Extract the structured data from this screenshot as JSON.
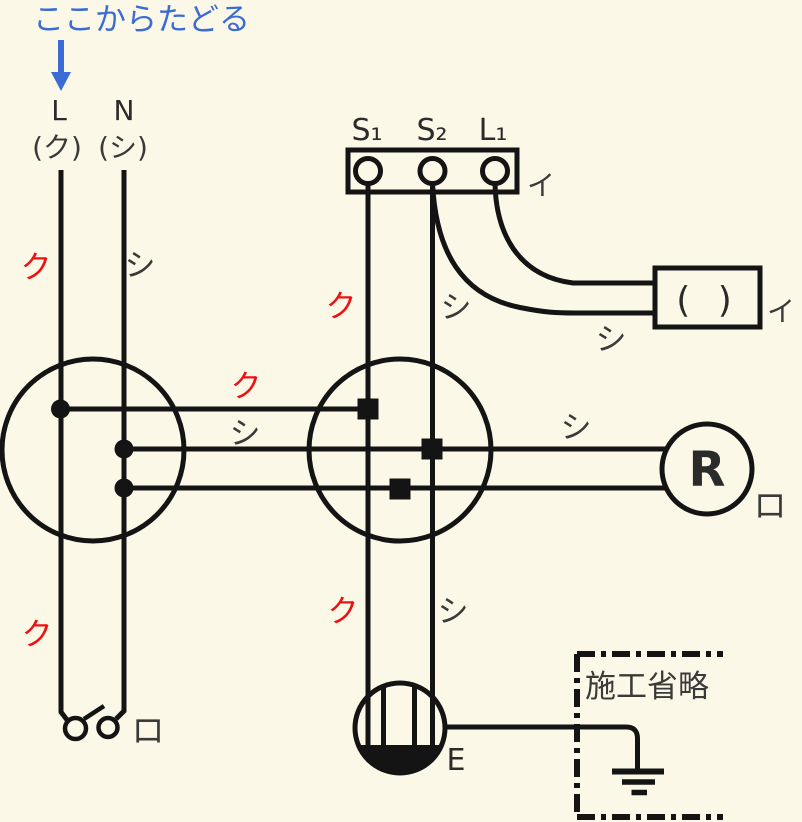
{
  "colors": {
    "background": "#FCF8E7",
    "ink": "#141414",
    "hot_label_red": "#EE1111",
    "hint_blue": "#3B6BD5",
    "gray_text": "#3a3a3a"
  },
  "hint": {
    "text": "ここからたどる"
  },
  "source": {
    "l": "L",
    "l_wire": "(ク)",
    "n": "N",
    "n_wire": "(シ)"
  },
  "terminal_block": {
    "s1": "S₁",
    "s2": "S₂",
    "l1": "L₁",
    "circuit": "イ"
  },
  "lamp_box": {
    "symbol": "( )",
    "circuit": "イ"
  },
  "receptacle": {
    "letter": "R",
    "circuit": "ロ"
  },
  "switch": {
    "circuit": "ロ"
  },
  "ceiling_lamp": {
    "earth": "E"
  },
  "omission": {
    "label": "施工省略"
  },
  "wire_labels": {
    "src_hot": "ク",
    "src_neutral": "シ",
    "sw_hot": "ク",
    "sw_neutral": "シ",
    "box_neutral": "シ",
    "link_hot": "ク",
    "link_neutral": "シ",
    "recep_neutral": "シ",
    "src_hot_lower": "ク",
    "lamp_hot": "ク",
    "lamp_neutral": "シ"
  }
}
